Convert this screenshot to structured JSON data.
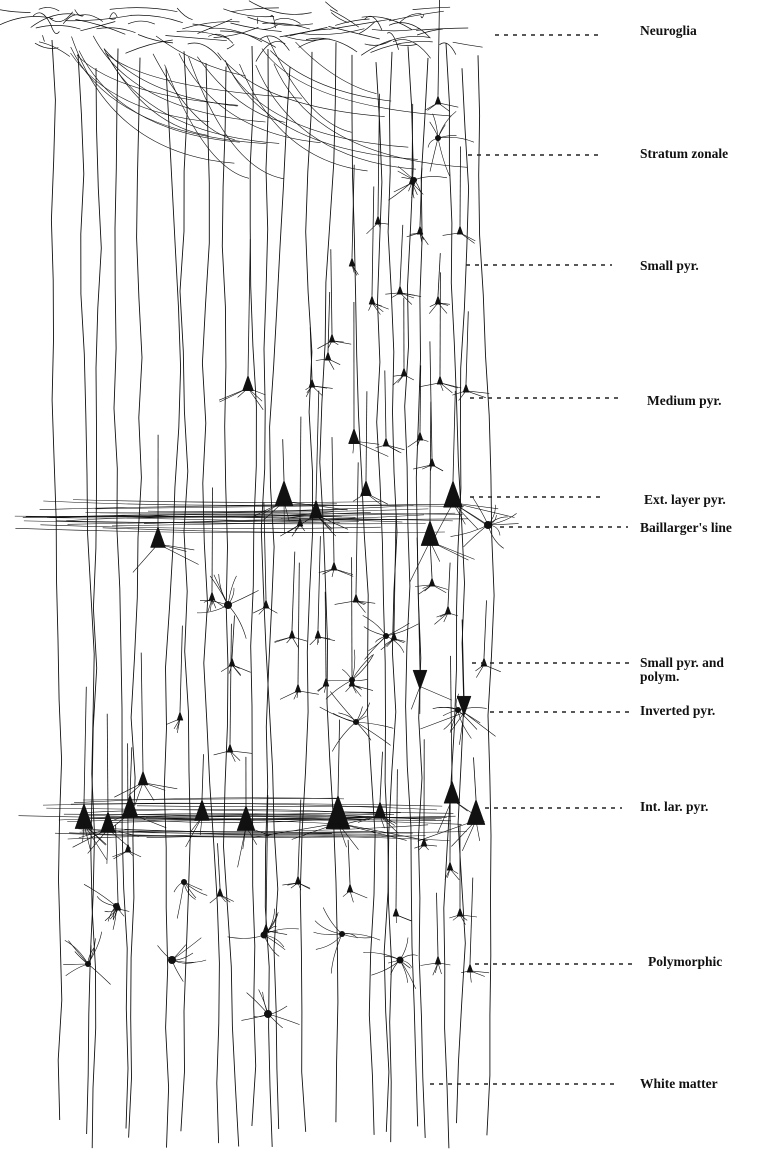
{
  "labels": {
    "neuroglia": "Neuroglia",
    "stratum_zonale": "Stratum zonale",
    "small_pyr": "Small pyr.",
    "medium_pyr": "Medium pyr.",
    "ext_layer_pyr": "Ext. layer pyr.",
    "baillarger_line": "Baillarger's line",
    "small_pyr_polym": "Small pyr. and\npolym.",
    "inverted_pyr": "Inverted pyr.",
    "int_lar_pyr": "Int. lar. pyr.",
    "polymorphic": "Polymorphic",
    "white_matter": "White matter"
  },
  "colors": {
    "ink": "#111111",
    "background": "#ffffff"
  }
}
